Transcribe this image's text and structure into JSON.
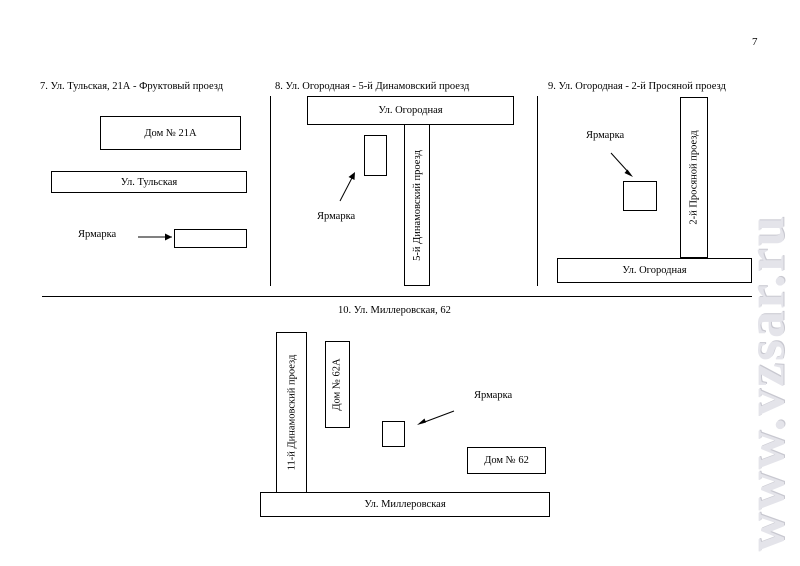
{
  "page_number": "7",
  "watermark": "www.vzsar.ru",
  "section7": {
    "title": "7. Ул. Тульская, 21А - Фруктовый проезд",
    "house": "Дом № 21А",
    "street": "Ул. Тульская",
    "fair_label": "Ярмарка"
  },
  "section8": {
    "title": "8. Ул. Огородная - 5-й Динамовский проезд",
    "street": "Ул. Огородная",
    "side_street": "5-й Динамовский проезд",
    "fair_label": "Ярмарка"
  },
  "section9": {
    "title": "9. Ул. Огородная - 2-й Просяной проезд",
    "street": "Ул. Огородная",
    "side_street": "2-й Просяной проезд",
    "fair_label": "Ярмарка"
  },
  "section10": {
    "title": "10. Ул. Миллеровская, 62",
    "side_street": "11-й Динамовский проезд",
    "house_a": "Дом № 62А",
    "fair_label": "Ярмарка",
    "house": "Дом № 62",
    "street": "Ул. Миллеровская"
  }
}
